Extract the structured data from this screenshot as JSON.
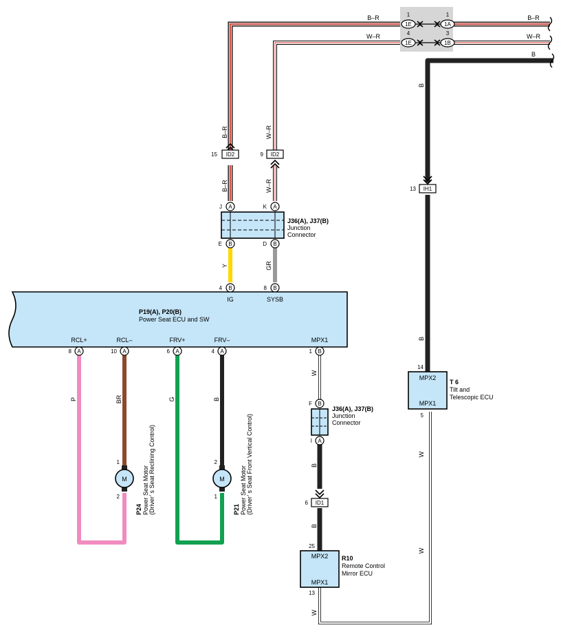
{
  "wire_colors": {
    "B": "#222222",
    "B-R": "#c0392b",
    "W-R": "#d9534f",
    "W": "#ffffff",
    "Y": "#ffd700",
    "GR": "#999999",
    "P": "#f08cbf",
    "BR": "#8b4a2b",
    "G": "#12a150"
  },
  "box_color": "#c5e5f8",
  "splice": {
    "row1": {
      "left_pin": "1",
      "left_id": "1E",
      "right_pin": "1",
      "right_id": "1A",
      "wire": "B–R"
    },
    "row2": {
      "left_pin": "4",
      "left_id": "1E",
      "right_pin": "3",
      "right_id": "1B",
      "wire": "W–R"
    },
    "right_wire": "B"
  },
  "id2_left": {
    "pin": "15",
    "name": "ID2",
    "wire_above": "B–R",
    "wire_below": "B–R"
  },
  "id2_right": {
    "pin": "9",
    "name": "ID2",
    "wire_above": "W–R",
    "wire_below": "W–R"
  },
  "jc_top": {
    "name": "J36(A), J37(B)",
    "desc1": "Junction",
    "desc2": "Connector",
    "top_pins": [
      {
        "num": "J",
        "letter": "A"
      },
      {
        "num": "K",
        "letter": "A"
      }
    ],
    "bottom_pins": [
      {
        "num": "E",
        "letter": "B"
      },
      {
        "num": "D",
        "letter": "B"
      }
    ]
  },
  "ecu_inputs": {
    "wires": [
      "Y",
      "GR"
    ],
    "pins": [
      {
        "num": "4",
        "letter": "B",
        "label": "IG"
      },
      {
        "num": "8",
        "letter": "B",
        "label": "SYSB"
      }
    ]
  },
  "ecu": {
    "name": "P19(A), P20(B)",
    "desc": "Power Seat ECU and SW",
    "outputs": [
      {
        "label": "RCL+",
        "num": "8",
        "letter": "A",
        "wire": "P"
      },
      {
        "label": "RCL–",
        "num": "10",
        "letter": "A",
        "wire": "BR"
      },
      {
        "label": "FRV+",
        "num": "6",
        "letter": "A",
        "wire": "G"
      },
      {
        "label": "FRV–",
        "num": "4",
        "letter": "A",
        "wire": "B"
      },
      {
        "label": "MPX1",
        "num": "1",
        "letter": "B",
        "wire": "W"
      }
    ]
  },
  "motor1": {
    "symbol": "M",
    "pin_top": "1",
    "pin_bottom": "2",
    "code": "P24",
    "desc1": "Power Seat Motor",
    "desc2": "(Driver’ s Seat Reclining Control)"
  },
  "motor2": {
    "symbol": "M",
    "pin_top": "2",
    "pin_bottom": "1",
    "code": "P21",
    "desc1": "Power Seat Motor",
    "desc2": "(Driver’ s Seat Front Vertical Control)"
  },
  "jc_bottom": {
    "name": "J36(A), J37(B)",
    "desc1": "Junction",
    "desc2": "Connector",
    "top_pin": {
      "num": "F",
      "letter": "B"
    },
    "bottom_pin": {
      "num": "I",
      "letter": "A"
    }
  },
  "id1": {
    "pin": "6",
    "name": "ID1",
    "wire_above": "B",
    "wire_below": "B"
  },
  "r10": {
    "code": "R10",
    "desc1": "Remote Control",
    "desc2": "Mirror ECU",
    "top_label": "MPX2",
    "bottom_label": "MPX1",
    "pin_top": "25",
    "pin_bottom": "13",
    "wire_left": "W"
  },
  "ih1": {
    "pin": "13",
    "name": "IH1",
    "wire_above": "B",
    "wire_below": "B"
  },
  "t6": {
    "code": "T 6",
    "desc1": "Tilt and",
    "desc2": "Telescopic ECU",
    "top_label": "MPX2",
    "bottom_label": "MPX1",
    "pin_top": "14",
    "pin_bottom": "5",
    "wire_right_upper": "W",
    "wire_right_lower": "W"
  }
}
